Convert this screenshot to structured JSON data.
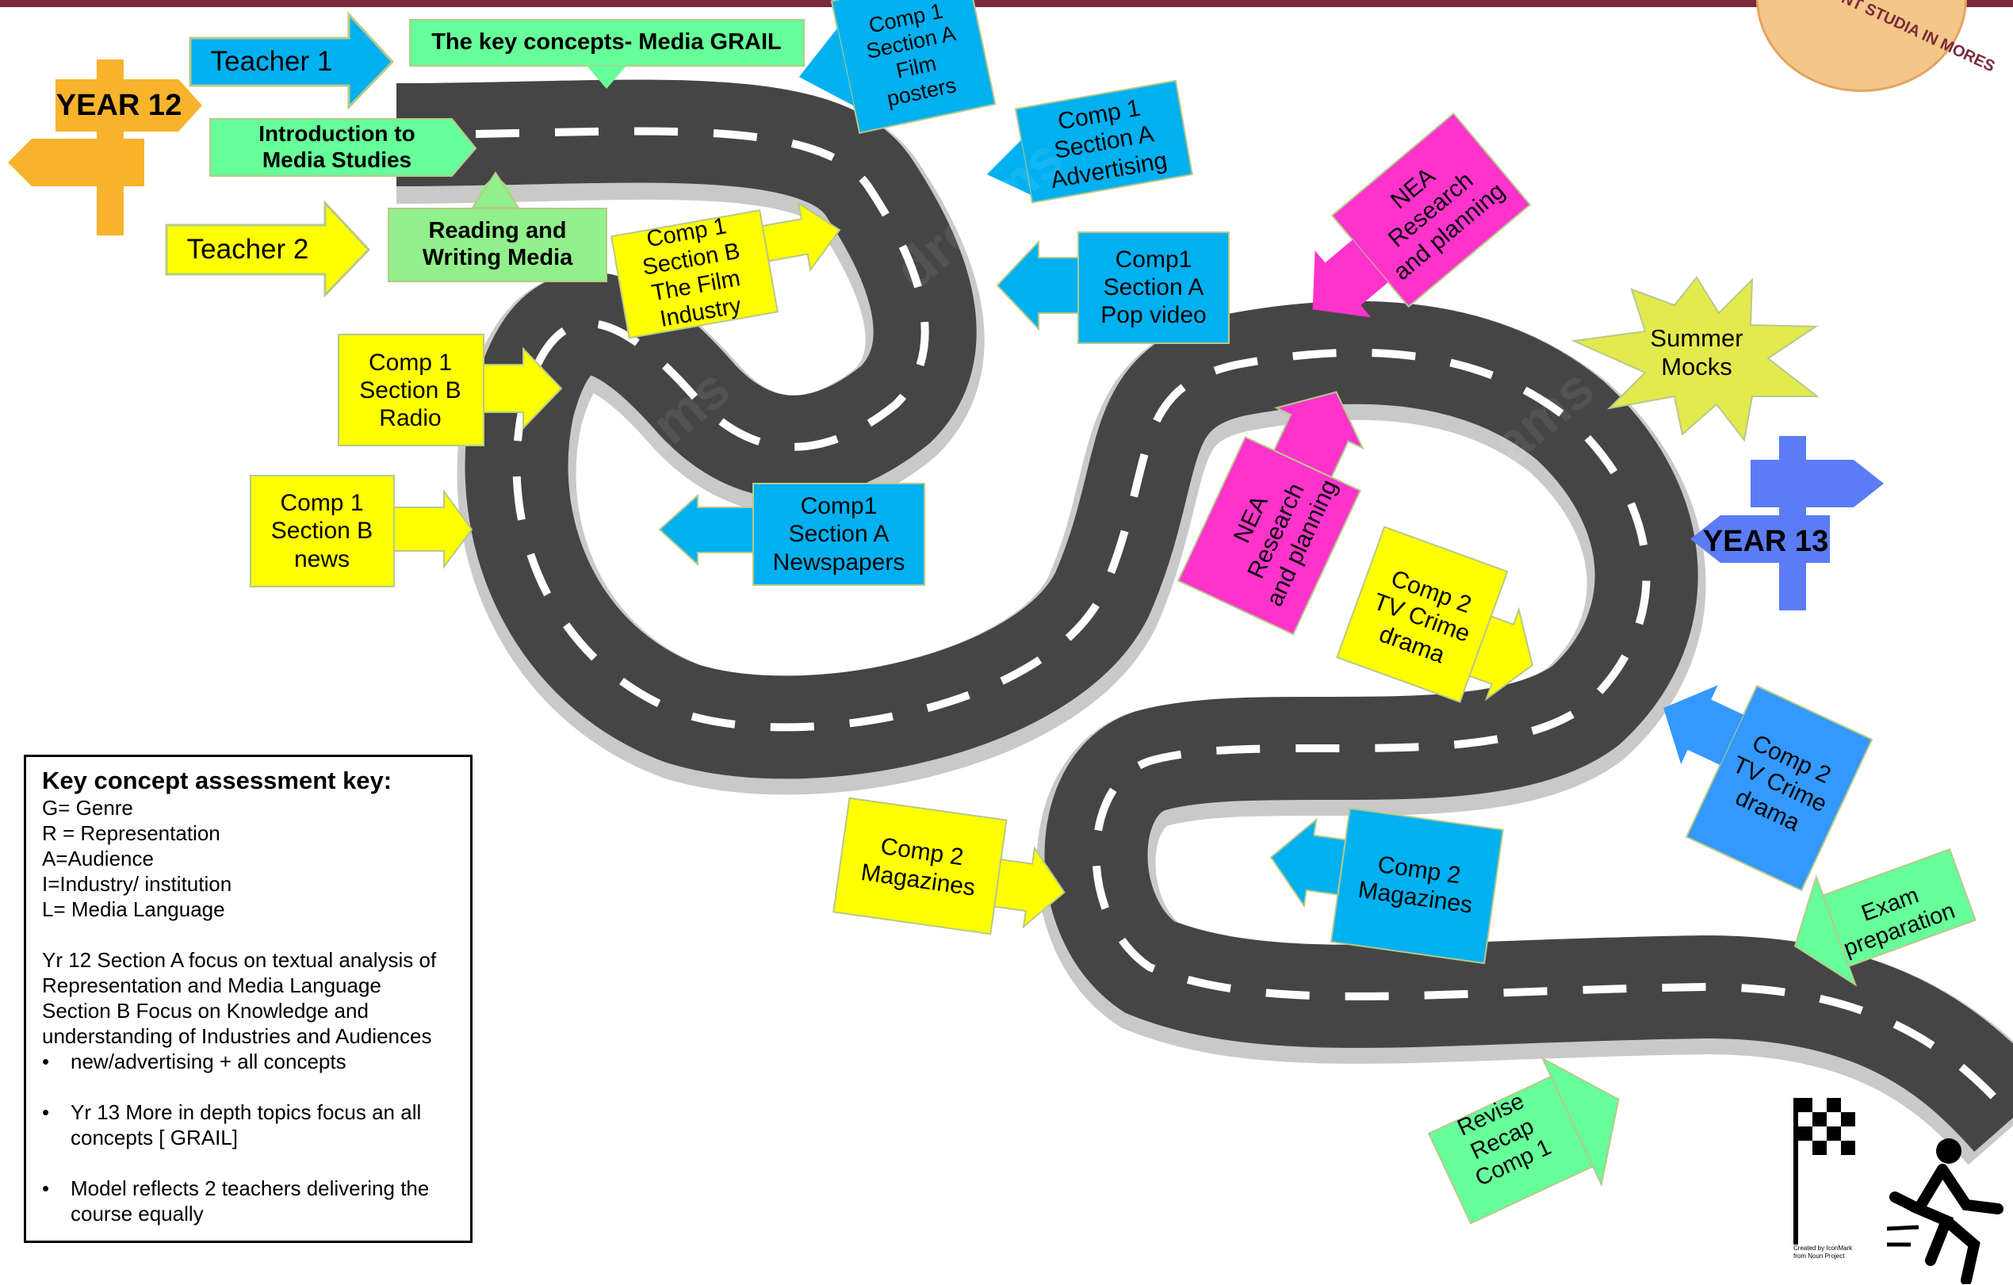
{
  "colors": {
    "blue": "#00b0f0",
    "green": "#66ff99",
    "light_green": "#92f08c",
    "yellow": "#ffff00",
    "magenta": "#ff33cc",
    "royal_blue": "#3399ff",
    "sign_orange": "#f7b32b",
    "sign_blue": "#5b7cf5",
    "star": "#e3ea4d",
    "road": "#454545",
    "top_bar": "#7a2a3a",
    "logo": "#f4c68a"
  },
  "signposts": {
    "year12": "YEAR 12",
    "year13": "YEAR 13"
  },
  "labels": {
    "teacher1": "Teacher 1",
    "teacher2": "Teacher 2",
    "key_concepts": "The key concepts- Media GRAIL",
    "intro_media": "Introduction to Media Studies",
    "reading_writing": "Reading and Writing Media",
    "film_posters": "Comp 1 Section A Film posters",
    "advertising": "Comp 1 Section A Advertising",
    "film_industry": "Comp 1 Section B The Film Industry",
    "pop_video": "Comp1 Section A Pop video",
    "radio": "Comp 1 Section B Radio",
    "news": "Comp 1 Section B news",
    "newspapers": "Comp1 Section A Newspapers",
    "nea_top": "NEA Research and planning",
    "summer_mocks": "Summer Mocks",
    "nea_mid": "NEA Research and planning",
    "tv_crime_yellow": "Comp 2 TV Crime drama",
    "tv_crime_blue": "Comp 2 TV Crime drama",
    "magazines_yellow": "Comp 2 Magazines",
    "magazines_blue": "Comp 2 Magazines",
    "exam_prep": "Exam preparation",
    "revise": "Revise Recap Comp 1"
  },
  "key_box": {
    "title": "Key concept assessment key",
    "title_suffix": ":",
    "entries": [
      "G= Genre",
      "R = Representation",
      "A=Audience",
      "I=Industry/ institution",
      "L= Media Language"
    ],
    "para1": [
      "Yr 12 Section A focus on textual analysis of",
      "Representation  and Media Language",
      "Section B Focus on Knowledge and",
      "understanding of  Industries and Audiences"
    ],
    "bullet1": "new/advertising + all concepts",
    "bullet2": "Yr 13 More in depth topics focus an all concepts [ GRAIL]",
    "bullet3": "Model reflects 2 teachers delivering the course equally"
  },
  "logo_text": "ABEUNT STUDIA IN MORES",
  "credit": [
    "Created by IconMark",
    "from Noun Project"
  ]
}
